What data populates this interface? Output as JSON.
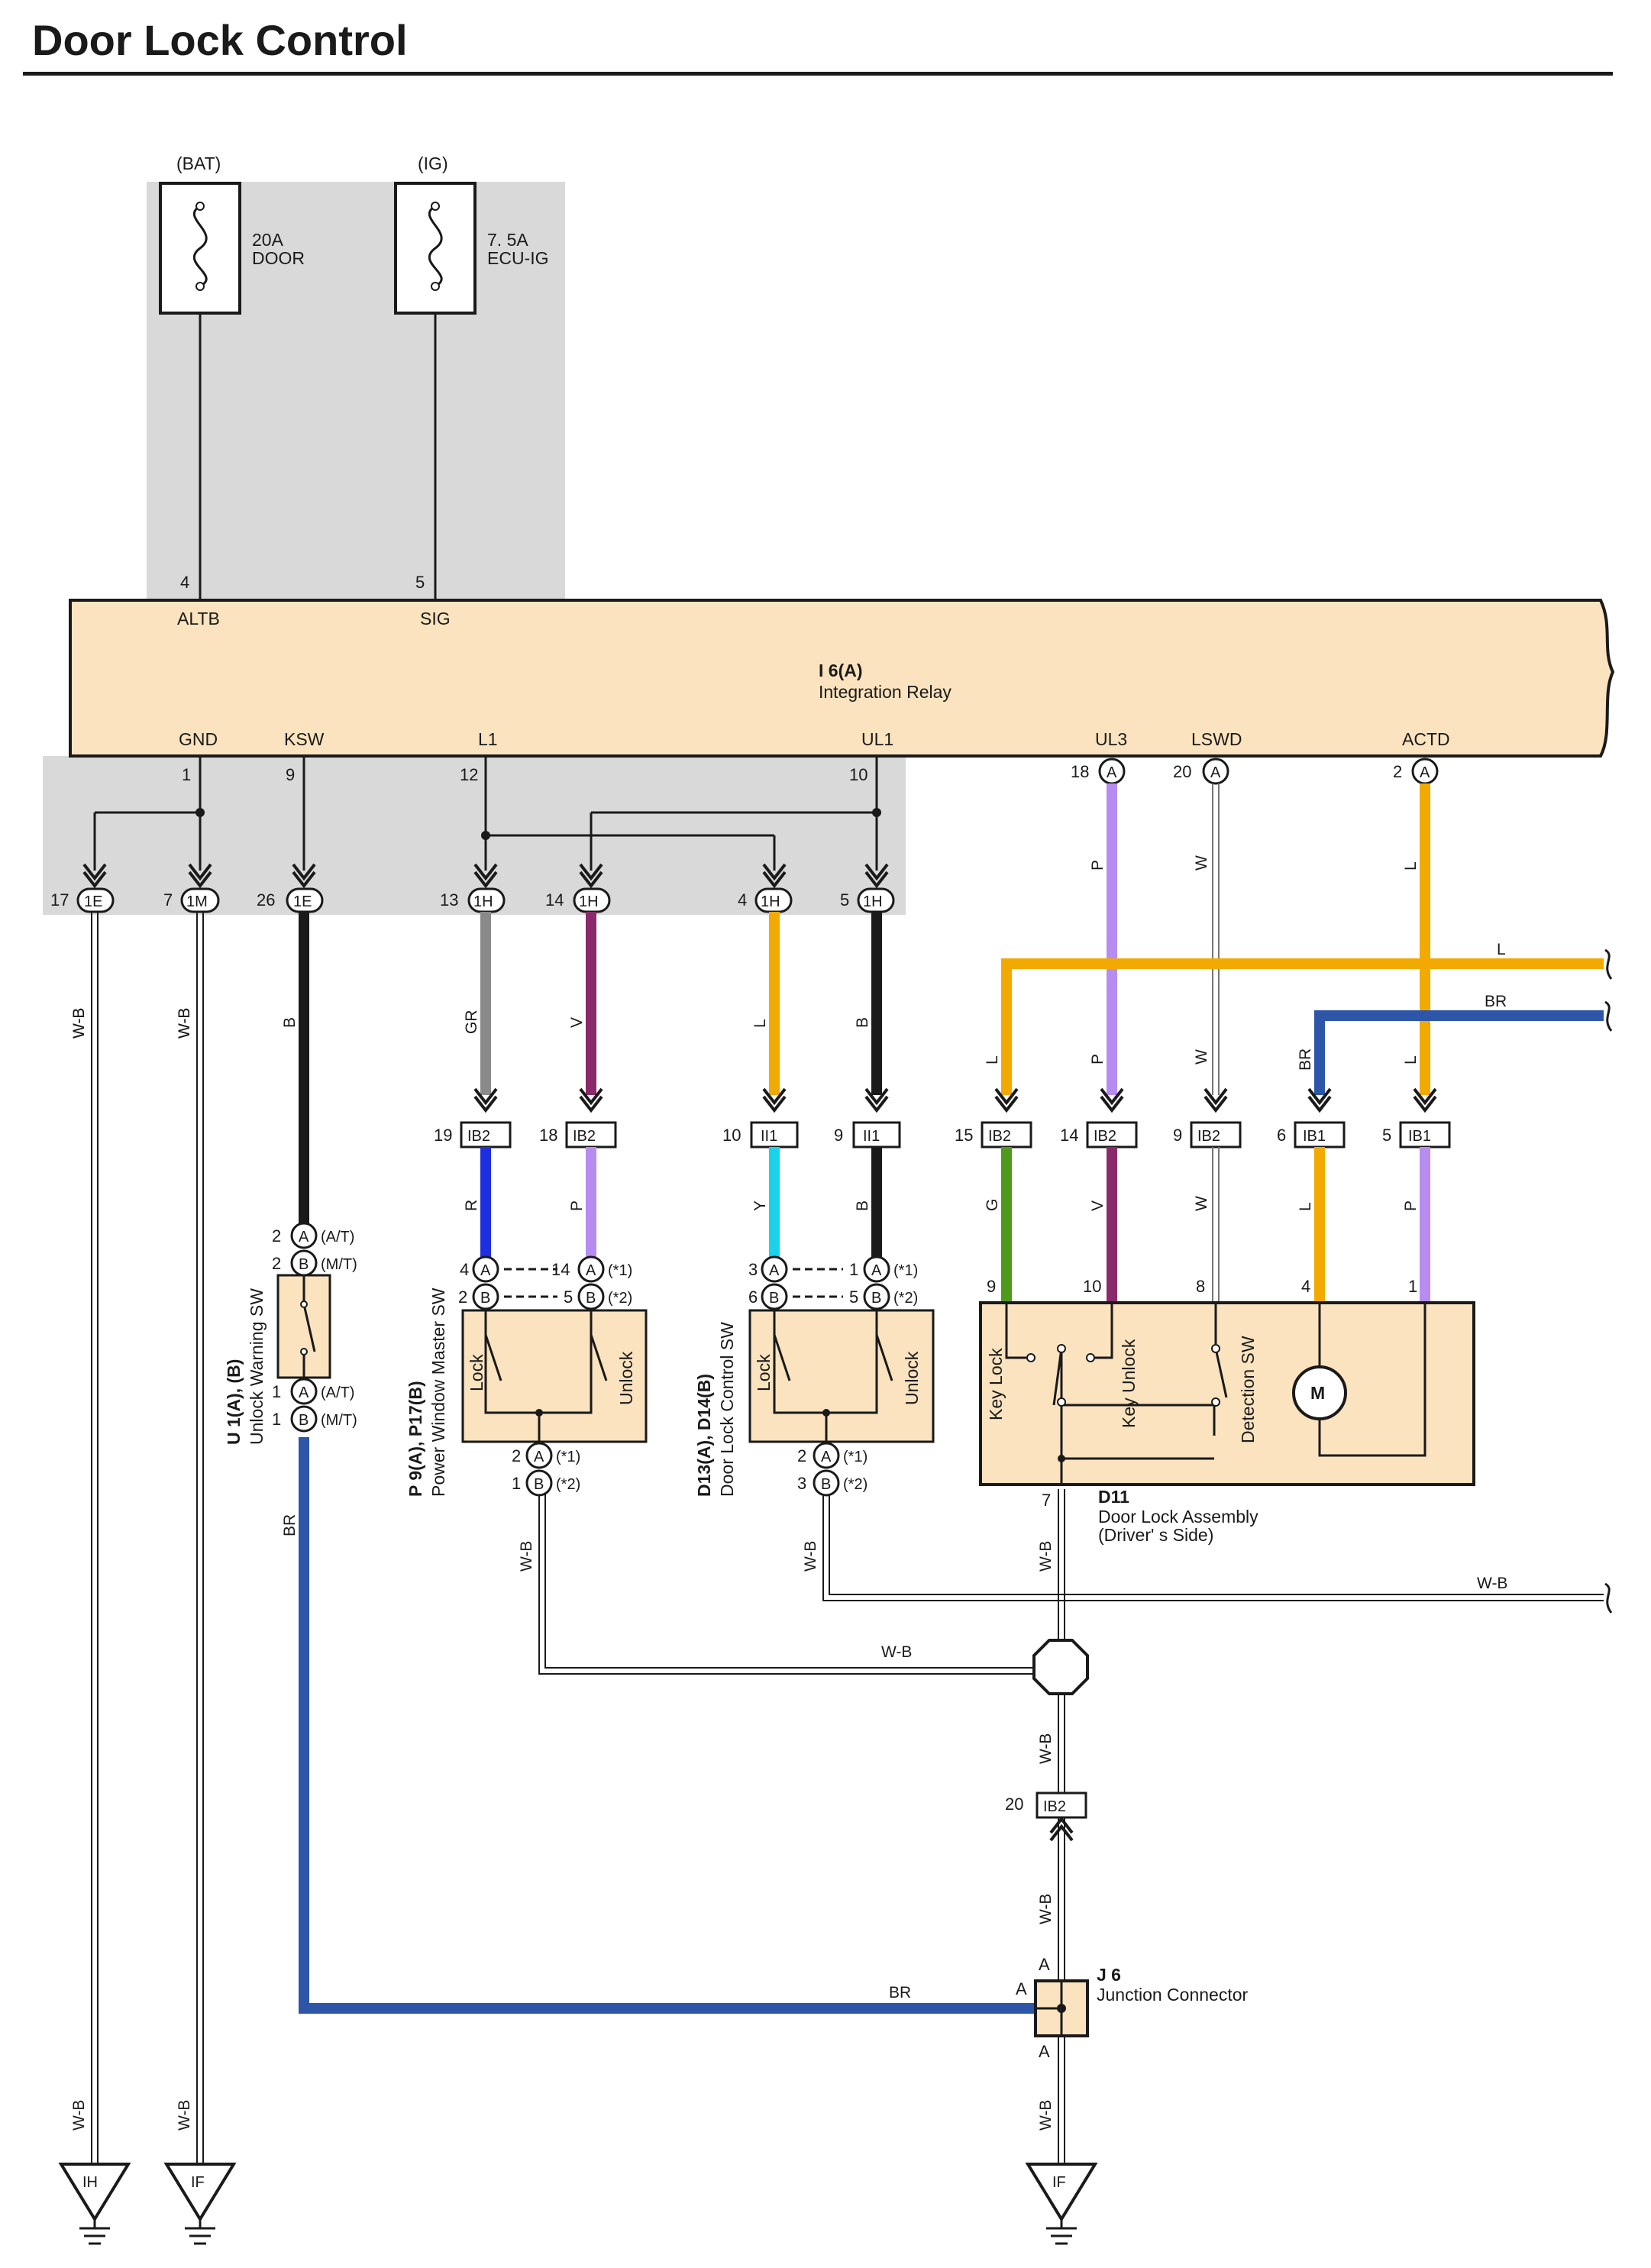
{
  "title": "Door Lock Control",
  "fuses": [
    {
      "supply": "(BAT)",
      "rating": "20A",
      "name": "DOOR",
      "pin": "4",
      "terminal": "ALTB"
    },
    {
      "supply": "(IG)",
      "rating": "7. 5A",
      "name": "ECU-IG",
      "pin": "5",
      "terminal": "SIG"
    }
  ],
  "relay": {
    "code": "I 6(A)",
    "name": "Integration Relay",
    "terminals": [
      {
        "name": "GND",
        "pin": "1"
      },
      {
        "name": "KSW",
        "pin": "9"
      },
      {
        "name": "L1",
        "pin": "12"
      },
      {
        "name": "UL1",
        "pin": "10"
      },
      {
        "name": "UL3",
        "pin": "18",
        "conn": "A"
      },
      {
        "name": "LSWD",
        "pin": "20",
        "conn": "A"
      },
      {
        "name": "ACTD",
        "pin": "2",
        "conn": "A"
      }
    ]
  },
  "connectors_top": [
    {
      "pin": "17",
      "code": "1E"
    },
    {
      "pin": "7",
      "code": "1M"
    },
    {
      "pin": "26",
      "code": "1E"
    },
    {
      "pin": "13",
      "code": "1H"
    },
    {
      "pin": "14",
      "code": "1H"
    },
    {
      "pin": "4",
      "code": "1H"
    },
    {
      "pin": "5",
      "code": "1H"
    }
  ],
  "connectors_mid": [
    {
      "pin": "19",
      "code": "IB2"
    },
    {
      "pin": "18",
      "code": "IB2"
    },
    {
      "pin": "10",
      "code": "II1"
    },
    {
      "pin": "9",
      "code": "II1"
    },
    {
      "pin": "15",
      "code": "IB2"
    },
    {
      "pin": "14",
      "code": "IB2"
    },
    {
      "pin": "9",
      "code": "IB2"
    },
    {
      "pin": "6",
      "code": "IB1"
    },
    {
      "pin": "5",
      "code": "IB1"
    }
  ],
  "wire_colors": {
    "top": [
      "W-B",
      "W-B",
      "B",
      "GR",
      "V",
      "L",
      "B"
    ],
    "relay_out": [
      "P",
      "W",
      "L"
    ],
    "mid": [
      "L",
      "P",
      "W",
      "BR",
      "L"
    ],
    "lower_left": [
      "R",
      "P",
      "Y",
      "B"
    ],
    "lower_right": [
      "G",
      "V",
      "W",
      "L",
      "P"
    ],
    "cross": [
      "L",
      "BR"
    ],
    "ground": [
      "W-B",
      "BR",
      "W-B",
      "W-B",
      "W-B",
      "W-B",
      "W-B",
      "W-B",
      "W-B",
      "W-B",
      "BR",
      "W-B",
      "W-B",
      "W-B"
    ]
  },
  "unlock_warning_sw": {
    "code": "U 1(A), (B)",
    "name": "Unlock Warning SW",
    "pins": [
      {
        "num": "2",
        "conn": "A",
        "note": "(A/T)"
      },
      {
        "num": "2",
        "conn": "B",
        "note": "(M/T)"
      },
      {
        "num": "1",
        "conn": "A",
        "note": "(A/T)"
      },
      {
        "num": "1",
        "conn": "B",
        "note": "(M/T)"
      }
    ]
  },
  "pw_master_sw": {
    "code": "P 9(A), P17(B)",
    "name": "Power Window Master SW",
    "lock": "Lock",
    "unlock": "Unlock",
    "pins_top": [
      {
        "num": "4",
        "conn": "A"
      },
      {
        "num": "2",
        "conn": "B"
      },
      {
        "num": "14",
        "conn": "A",
        "note": "(*1)"
      },
      {
        "num": "5",
        "conn": "B",
        "note": "(*2)"
      }
    ],
    "pins_bottom": [
      {
        "num": "2",
        "conn": "A",
        "note": "(*1)"
      },
      {
        "num": "1",
        "conn": "B",
        "note": "(*2)"
      }
    ]
  },
  "door_lock_control_sw": {
    "code": "D13(A), D14(B)",
    "name": "Door Lock Control SW",
    "lock": "Lock",
    "unlock": "Unlock",
    "pins_top": [
      {
        "num": "3",
        "conn": "A"
      },
      {
        "num": "6",
        "conn": "B"
      },
      {
        "num": "1",
        "conn": "A",
        "note": "(*1)"
      },
      {
        "num": "5",
        "conn": "B",
        "note": "(*2)"
      }
    ],
    "pins_bottom": [
      {
        "num": "2",
        "conn": "A",
        "note": "(*1)"
      },
      {
        "num": "3",
        "conn": "B",
        "note": "(*2)"
      }
    ]
  },
  "door_lock_assembly": {
    "code": "D11",
    "name": "Door Lock Assembly",
    "side": "(Driver' s Side)",
    "pins": [
      "9",
      "10",
      "8",
      "4",
      "1",
      "7"
    ],
    "key_lock": "Key Lock",
    "key_unlock": "Key Unlock",
    "detection": "Detection SW",
    "motor": "M"
  },
  "junction": {
    "code": "J 6",
    "name": "Junction Connector",
    "pins": [
      "A",
      "A",
      "A"
    ],
    "ib2_pin": "20",
    "ib2_code": "IB2",
    "pin7": "7"
  },
  "grounds": [
    "IH",
    "IF",
    "IF"
  ]
}
